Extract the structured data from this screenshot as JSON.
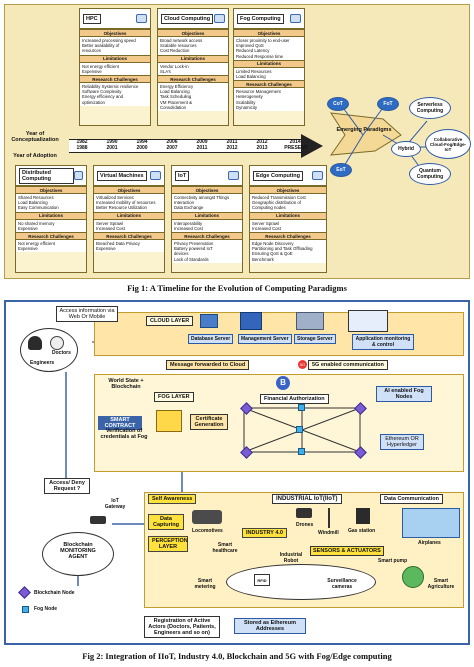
{
  "fig1": {
    "caption": "Fig 1: A Timeline for the Evolution of Computing Paradigms",
    "left_labels": {
      "conceptualization": "Year of Conceptualization",
      "adoption": "Year of Adoption"
    },
    "timeline": [
      {
        "top": "1982",
        "bottom": "1988"
      },
      {
        "top": "1990",
        "bottom": "2001"
      },
      {
        "top": "1994",
        "bottom": "2000"
      },
      {
        "top": "2006",
        "bottom": "2007"
      },
      {
        "top": "2009",
        "bottom": "2011"
      },
      {
        "top": "2011",
        "bottom": "2012"
      },
      {
        "top": "2012",
        "bottom": "2013"
      },
      {
        "top": "2014-",
        "bottom": "PRESENT"
      }
    ],
    "top_paradigms": [
      {
        "title": "HPC",
        "objectives": [
          "Increased processing speed",
          "Better availability of",
          "resources"
        ],
        "limitations": [
          "Not energy efficient",
          "Expensive"
        ],
        "challenges": [
          "Reliability Systemic resilience",
          "Software Complexity",
          "Energy efficiency and",
          "optimization"
        ]
      },
      {
        "title": "Cloud Computing",
        "objectives": [
          "Broad network access",
          "Scalable resources",
          "Cost Reduction"
        ],
        "limitations": [
          "Vendor Lock-in",
          "SLA’s"
        ],
        "challenges": [
          "Energy Efficiency",
          "Load Balancing",
          "Task Scheduling",
          "VM Placement &",
          "Consolidation"
        ]
      },
      {
        "title": "Fog Computing",
        "objectives": [
          "Closer proximity to end-user",
          "Improved QoS",
          "Reduced Latency",
          "Reduced Response time"
        ],
        "limitations": [
          "Limited Resources",
          "Load Balancing"
        ],
        "challenges": [
          "Resource Management",
          "Heterogeneity",
          "Scalability",
          "Dynamicity"
        ]
      }
    ],
    "bottom_paradigms": [
      {
        "title": "Distributed Computing",
        "objectives": [
          "Shared Resources",
          "Load Balancing",
          "Easy Communication"
        ],
        "limitations": [
          "No shared memory",
          "Expensive"
        ],
        "challenges": [
          "Not energy efficient",
          "Expensive"
        ]
      },
      {
        "title": "Virtual Machines",
        "objectives": [
          "Virtualized Services",
          "Increased mobility of resources",
          "Better Resource Utilization"
        ],
        "limitations": [
          "Server Sprawl",
          "Increased Cost"
        ],
        "challenges": [
          "Breached Data Privacy",
          "Expensive"
        ]
      },
      {
        "title": "IoT",
        "objectives": [
          "Connectivity amongst Things",
          "Interaction",
          "Data Exchange"
        ],
        "limitations": [
          "Interoperability",
          "Increased Cost"
        ],
        "challenges": [
          "Privacy Preservation",
          "Battery powered IoT",
          "devices",
          "Lack of Standards"
        ]
      },
      {
        "title": "Edge Computing",
        "objectives": [
          "Reduced Transmission Cost",
          "Geographic distribution of",
          "Computing nodes"
        ],
        "limitations": [
          "Server Sprawl",
          "Increased Cost"
        ],
        "challenges": [
          "Edge Node Discovery",
          "Partitioning and Task Offloading",
          "Ensuring QoS & QoE",
          "Benchmark"
        ]
      }
    ],
    "section_labels": {
      "objectives": "Objectives",
      "limitations": "Limitations",
      "challenges": "Research Challenges"
    },
    "emerging": {
      "center": "Emerging Paradigms",
      "cot": "CoT",
      "fot": "FoT",
      "eot": "EoT",
      "serverless": "Serverless Computing",
      "hybrid": "Hybrid",
      "collab": "Collaborative Cloud-Fog/Edge-IoT",
      "quantum": "Quantum Computing"
    }
  },
  "fig2": {
    "caption": "Fig 2: Integration of IIoT, Industry 4.0, Blockchain and 5G with Fog/Edge computing",
    "access_info": "Access information via Web Or Mobile",
    "doctors": "Doctors",
    "engineers": "Engineers",
    "cloud_layer": "CLOUD LAYER",
    "database_server": "Database Server",
    "management_server": "Management Server",
    "storage_server": "Storage Server",
    "app_monitoring": "Application monitoring & control",
    "msg_forwarded": "Message forwarded to Cloud",
    "5g_comm": "5G enabled communication",
    "world_state": "World State + Blockchain",
    "fog_layer": "FOG LAYER",
    "financial_auth": "Financial Authorization",
    "ai_fog": "AI enabled Fog Nodes",
    "certificate_gen": "Certificate Generation",
    "smart_contract": "SMART CONTRACT",
    "verification": "Verification of credentials at Fog",
    "ethereum": "Ethereum OR Hyperledger",
    "access_deny": "Access/ Deny Request ?",
    "self_awareness": "Self Awareness",
    "industrial_iot": "INDUSTRIAL IoT(IIoT)",
    "data_communication": "Data Communication",
    "data_capturing": "Data Capturing",
    "locomotives": "Locomotives",
    "drones": "Drones",
    "gas_station": "Gas station",
    "windmill": "Windmill",
    "industry40": "INDUSTRY 4.0",
    "airplanes": "Airplanes",
    "perception_layer": "PERCEPTION LAYER",
    "smart_healthcare": "Smart healthcare",
    "industrial_robot": "Industrial Robot",
    "sensors": "SENSORS & ACTUATORS",
    "surveillance": "Surveillance cameras",
    "smart_pump": "Smart pump",
    "smart_metering": "Smart metering",
    "rfid": "RFID",
    "smart_agriculture": "Smart Agriculture",
    "iot_gateway": "IoT Gateway",
    "blockchain_agent": "Blockchain MONITORING AGENT",
    "blockchain_node": "Blockchain Node",
    "fog_node": "Fog Node",
    "registration": "Registration of Active Actors (Doctors, Patients, Engineers and so on)",
    "stored_eth": "Stored as Ethereum Addresses",
    "5g": "5G"
  }
}
